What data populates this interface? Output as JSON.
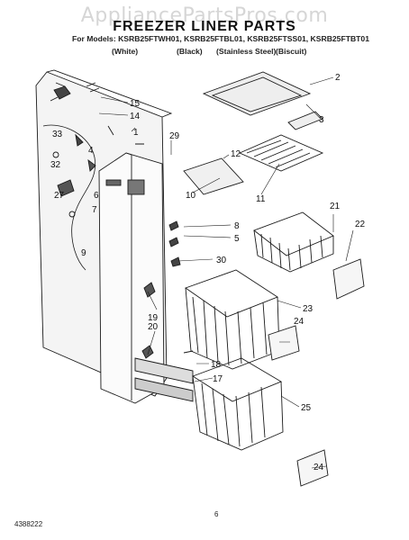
{
  "header": {
    "site_name": "AppliancePartsPros.com",
    "title": "FREEZER LINER PARTS",
    "models_line": "For Models: KSRB25FTWH01, KSRB25FTBL01, KSRB25FTSS01, KSRB25FTBT01",
    "finishes": [
      "(White)",
      "(Black)",
      "(Stainless Steel)",
      "(Biscuit)"
    ]
  },
  "callouts": [
    "2",
    "3",
    "15",
    "14",
    "1",
    "33",
    "4",
    "32",
    "27",
    "6",
    "7",
    "9",
    "29",
    "12",
    "10",
    "11",
    "8",
    "5",
    "30",
    "21",
    "22",
    "19",
    "20",
    "23",
    "24",
    "18",
    "17",
    "25",
    "24"
  ],
  "footer": {
    "doc_number": "4388222",
    "page_number": "6"
  }
}
